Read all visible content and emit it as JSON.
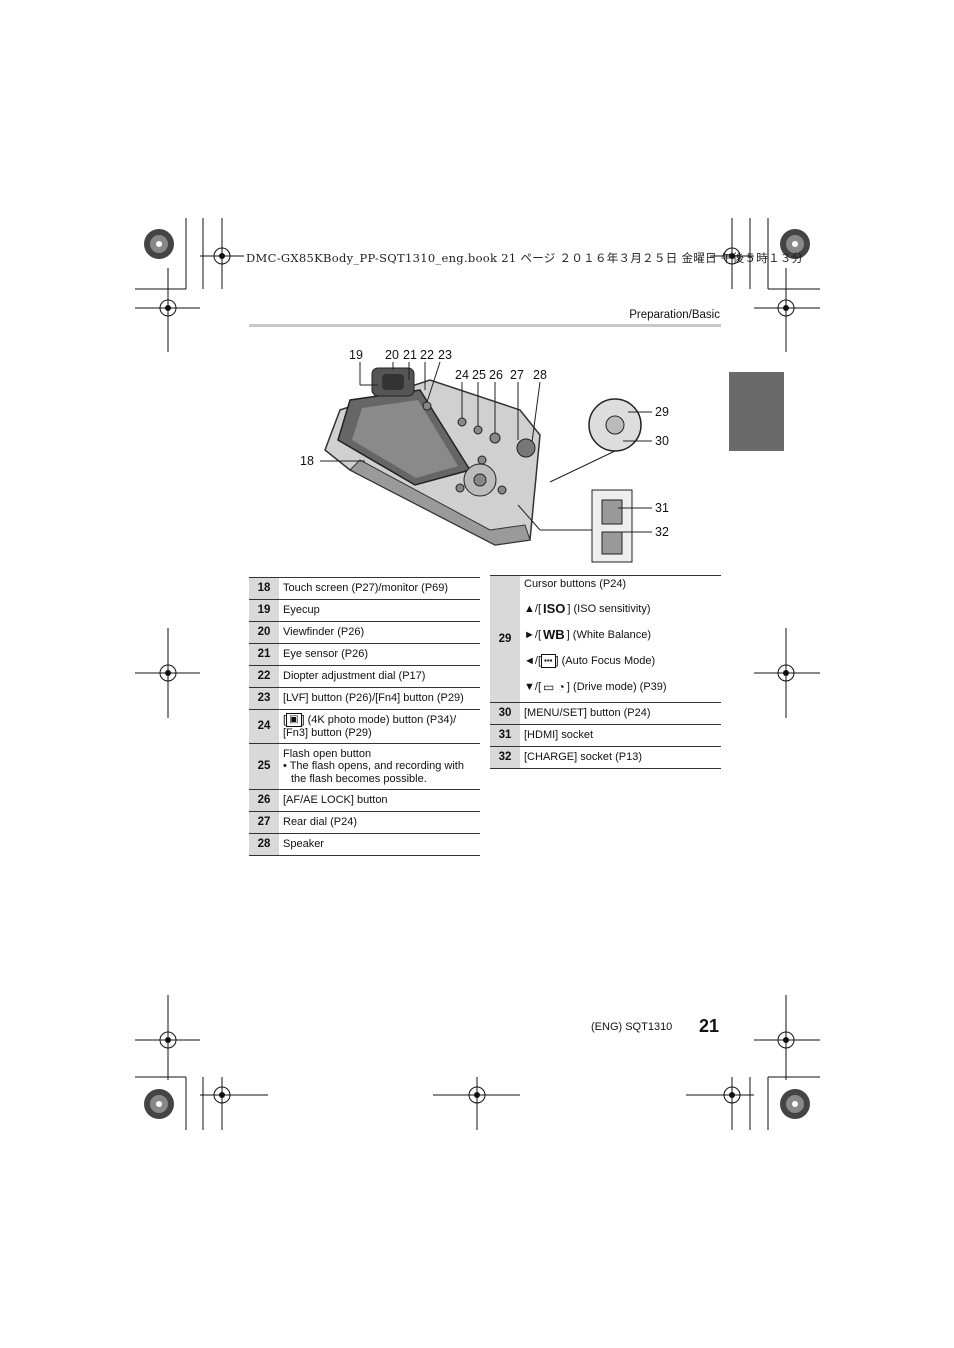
{
  "print_info": "DMC-GX85KBody_PP-SQT1310_eng.book  21 ページ  ２０１６年３月２５日  金曜日  午後５時１３分",
  "section_title": "Preparation/Basic",
  "callouts": [
    "18",
    "19",
    "20",
    "21",
    "22",
    "23",
    "24",
    "25",
    "26",
    "27",
    "28",
    "29",
    "30",
    "31",
    "32"
  ],
  "left_table": [
    {
      "num": "18",
      "text": "Touch screen (P27)/monitor (P69)"
    },
    {
      "num": "19",
      "text": "Eyecup"
    },
    {
      "num": "20",
      "text": "Viewfinder (P26)"
    },
    {
      "num": "21",
      "text": "Eye sensor (P26)"
    },
    {
      "num": "22",
      "text": "Diopter adjustment dial (P17)"
    },
    {
      "num": "23",
      "text": "[LVF] button (P26)/[Fn4] button (P29)"
    },
    {
      "num": "24",
      "text_a": "[",
      "text_b": "] (4K photo mode) button (P34)/",
      "text_c": "[Fn3] button (P29)",
      "icon": "4k-photo-icon"
    },
    {
      "num": "25",
      "text": "Flash open button",
      "bullet": "• The flash opens, and recording with the flash becomes possible."
    },
    {
      "num": "26",
      "text": "[AF/AE LOCK] button"
    },
    {
      "num": "27",
      "text": "Rear dial (P24)"
    },
    {
      "num": "28",
      "text": "Speaker"
    }
  ],
  "right_table": {
    "cursor": {
      "num": "29",
      "title": "Cursor buttons (P24)",
      "rows": [
        {
          "arrow": "▲/[",
          "icon_text": "ISO",
          "rest": "] (ISO sensitivity)"
        },
        {
          "arrow": "►/[",
          "icon_text": "WB",
          "rest": "] (White Balance)"
        },
        {
          "arrow": "◄/[",
          "icon_text": "▪▪▪",
          "rest": "] (Auto Focus Mode)"
        },
        {
          "arrow": "▼/[",
          "icon_text": "▭ ◔",
          "rest": "] (Drive mode) (P39)"
        }
      ]
    },
    "rows": [
      {
        "num": "30",
        "text": "[MENU/SET] button (P24)"
      },
      {
        "num": "31",
        "text": "[HDMI] socket"
      },
      {
        "num": "32",
        "text": "[CHARGE] socket (P13)"
      }
    ]
  },
  "footer": {
    "code": "(ENG) SQT1310",
    "page": "21"
  }
}
